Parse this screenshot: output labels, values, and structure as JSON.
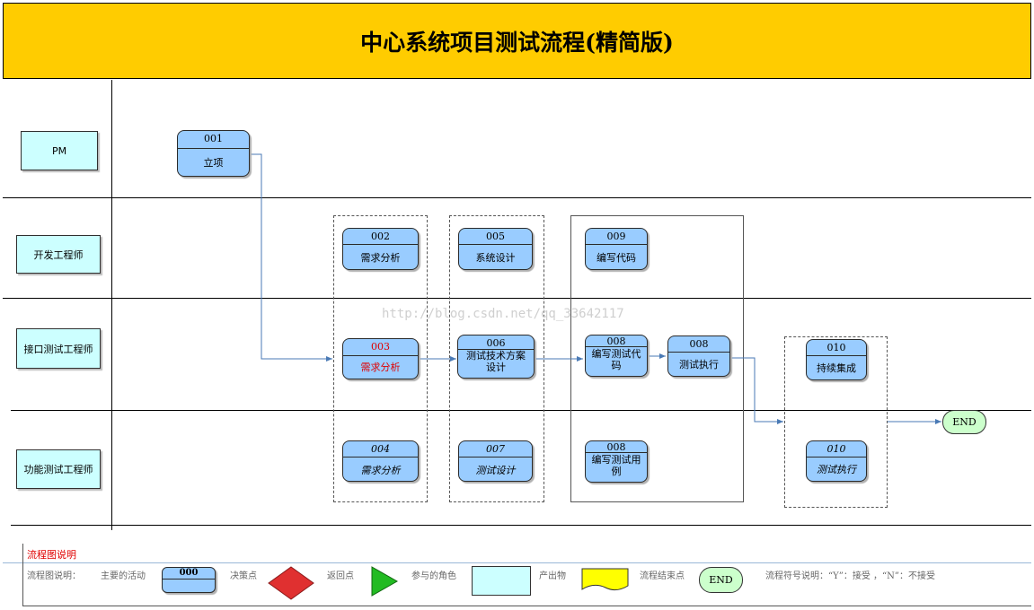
{
  "title": "中心系统项目测试流程(精简版)",
  "roles": [
    "PM",
    "开发工程师",
    "接口测试工程师",
    "功能测试工程师"
  ],
  "tasks": [
    {
      "num": "001",
      "label": "立项"
    },
    {
      "num": "002",
      "label": "需求分析"
    },
    {
      "num": "005",
      "label": "系统设计"
    },
    {
      "num": "009",
      "label": "编写代码"
    },
    {
      "num": "003",
      "label": "需求分析"
    },
    {
      "num": "006",
      "label": "测试技术方案设计"
    },
    {
      "num": "008",
      "label": "编写测试代码"
    },
    {
      "num": "008",
      "label": "测试执行"
    },
    {
      "num": "010",
      "label": "持续集成"
    },
    {
      "num": "004",
      "label": "需求分析"
    },
    {
      "num": "007",
      "label": "测试设计"
    },
    {
      "num": "008",
      "label": "编写测试用例"
    },
    {
      "num": "010",
      "label": "测试执行"
    }
  ],
  "end_label": "END",
  "watermark": "http://blog.csdn.net/qq_33642117",
  "colors": {
    "title_bg": "#ffcc00",
    "role_bg": "#ccffff",
    "task_bg": "#99ccff",
    "end_bg": "#ccffcc",
    "decision": "#e03030",
    "return": "#22bb22",
    "product": "#ffff00",
    "arrow": "#4a7ab5"
  },
  "legend": {
    "heading": "流程图说明",
    "intro": "流程图说明：",
    "activity": "主要的活动",
    "activity_num": "000",
    "decision": "决策点",
    "return_point": "返回点",
    "role": "参与的角色",
    "product": "产出物",
    "end_point": "流程结束点",
    "end_label": "END",
    "symbols": "流程符号说明：“Y”：接受 ，“N”：不接受"
  }
}
